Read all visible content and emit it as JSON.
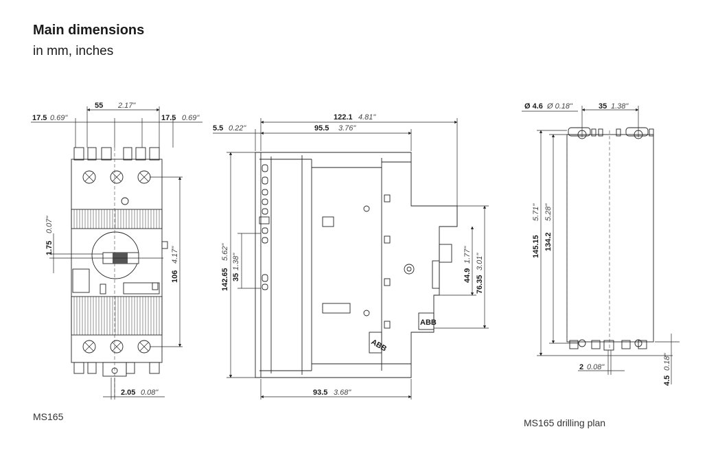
{
  "header": {
    "title": "Main dimensions",
    "subtitle": "in mm, inches"
  },
  "captions": {
    "front_view": "MS165",
    "drilling_plan": "MS165 drilling plan"
  },
  "front_view": {
    "dims": {
      "left_margin": {
        "mm": "17.5",
        "in": "0.69\""
      },
      "pole_pitch": {
        "mm": "55",
        "in": "2.17\""
      },
      "right_margin": {
        "mm": "17.5",
        "in": "0.69\""
      },
      "knob_offset": {
        "mm": "1.75",
        "in": "0.07\""
      },
      "terminal_span": {
        "mm": "106",
        "in": "4.17\""
      },
      "bottom_offset": {
        "mm": "2.05",
        "in": "0.08\""
      }
    }
  },
  "side_view": {
    "dims": {
      "overall_depth": {
        "mm": "122.1",
        "in": "4.81\""
      },
      "rail_offset": {
        "mm": "5.5",
        "in": "0.22\""
      },
      "rail_depth": {
        "mm": "95.5",
        "in": "3.76\""
      },
      "height": {
        "mm": "142.65",
        "in": "5.62\""
      },
      "rail_height": {
        "mm": "35",
        "in": "1.38\""
      },
      "knob_height": {
        "mm": "44.9",
        "in": "1.77\""
      },
      "knob_span": {
        "mm": "76.35",
        "in": "3.01\""
      },
      "base_depth": {
        "mm": "93.5",
        "in": "3.68\""
      }
    },
    "logo": "ABB"
  },
  "drilling_plan": {
    "dims": {
      "hole_dia": {
        "mm": "Ø 4.6",
        "in": "Ø 0.18\""
      },
      "hole_pitch": {
        "mm": "35",
        "in": "1.38\""
      },
      "outer_height": {
        "mm": "145.15",
        "in": "5.71\""
      },
      "hole_height": {
        "mm": "134.2",
        "in": "5.28\""
      },
      "side_offset": {
        "mm": "2",
        "in": "0.08\""
      },
      "bottom_offset": {
        "mm": "4.5",
        "in": "0.18\""
      }
    }
  }
}
